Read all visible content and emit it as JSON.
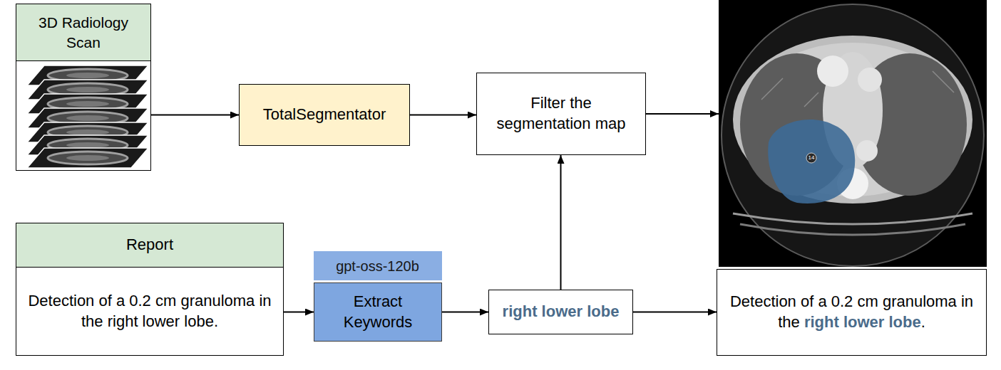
{
  "diagram": {
    "nodes": [
      {
        "text": [
          "3D Radiology Scan"
        ]
      },
      {
        "text": [
          "TotalSegmentator"
        ]
      },
      {
        "text": [
          "Filter the segmentation map"
        ]
      },
      {
        "text": [
          "14"
        ]
      },
      {
        "text": [
          "Report",
          "Detection of a 0.2 cm granuloma in the right lower lobe."
        ]
      },
      {
        "text": [
          "gpt-oss-120b",
          "Extract Keywords"
        ]
      },
      {
        "text": [
          "right lower lobe"
        ]
      },
      {
        "text": [
          "Detection of a 0.2 cm granuloma in the right lower lobe."
        ]
      }
    ],
    "edges": [
      {
        "from": 0,
        "to": 1,
        "arrow": "to"
      },
      {
        "from": 1,
        "to": 2,
        "arrow": "to"
      },
      {
        "from": 2,
        "to": 3,
        "arrow": "to"
      },
      {
        "from": 4,
        "to": 5,
        "arrow": "to"
      },
      {
        "from": 5,
        "to": 6,
        "arrow": "to"
      },
      {
        "from": 6,
        "to": 2,
        "arrow": "to"
      },
      {
        "from": 6,
        "to": 7,
        "arrow": "to"
      }
    ]
  }
}
